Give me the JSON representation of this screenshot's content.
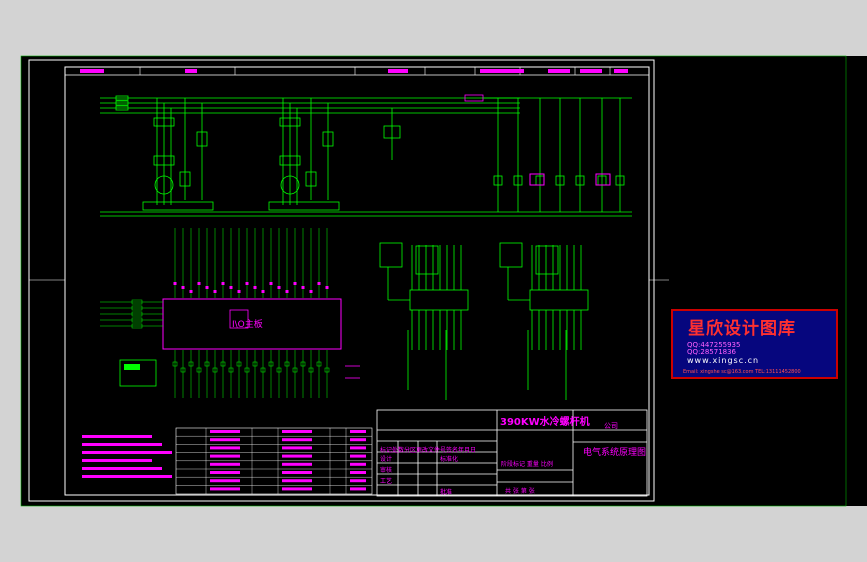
{
  "drawing": {
    "project_title": "390KW水冷螺杆机",
    "company": "公司",
    "drawing_title": "电气系统原理图",
    "io_board_label": "I\\O主板",
    "title_block": {
      "revision_row": "标记处数分区更改文件号签名年月日",
      "row_design": "设计",
      "row_standard": "标准化",
      "row_review": "审核",
      "row_process": "工艺",
      "row_approve": "批准",
      "stage_mark": "阶段标记 重量 比例",
      "sheets": "共 张 第 张"
    }
  },
  "brand": {
    "name": "星欣设计图库",
    "qq1": "QQ:447255935",
    "qq2": "QQ:28571836",
    "website": "www.xingsc.cn",
    "contact": "Email: xingshe sc@163.com   TEL:13111452800"
  },
  "colors": {
    "background": "#000000",
    "wire": "#00ff00",
    "annotation": "#ff00ff",
    "frame": "#ffffff",
    "title": "#ff00ff"
  }
}
